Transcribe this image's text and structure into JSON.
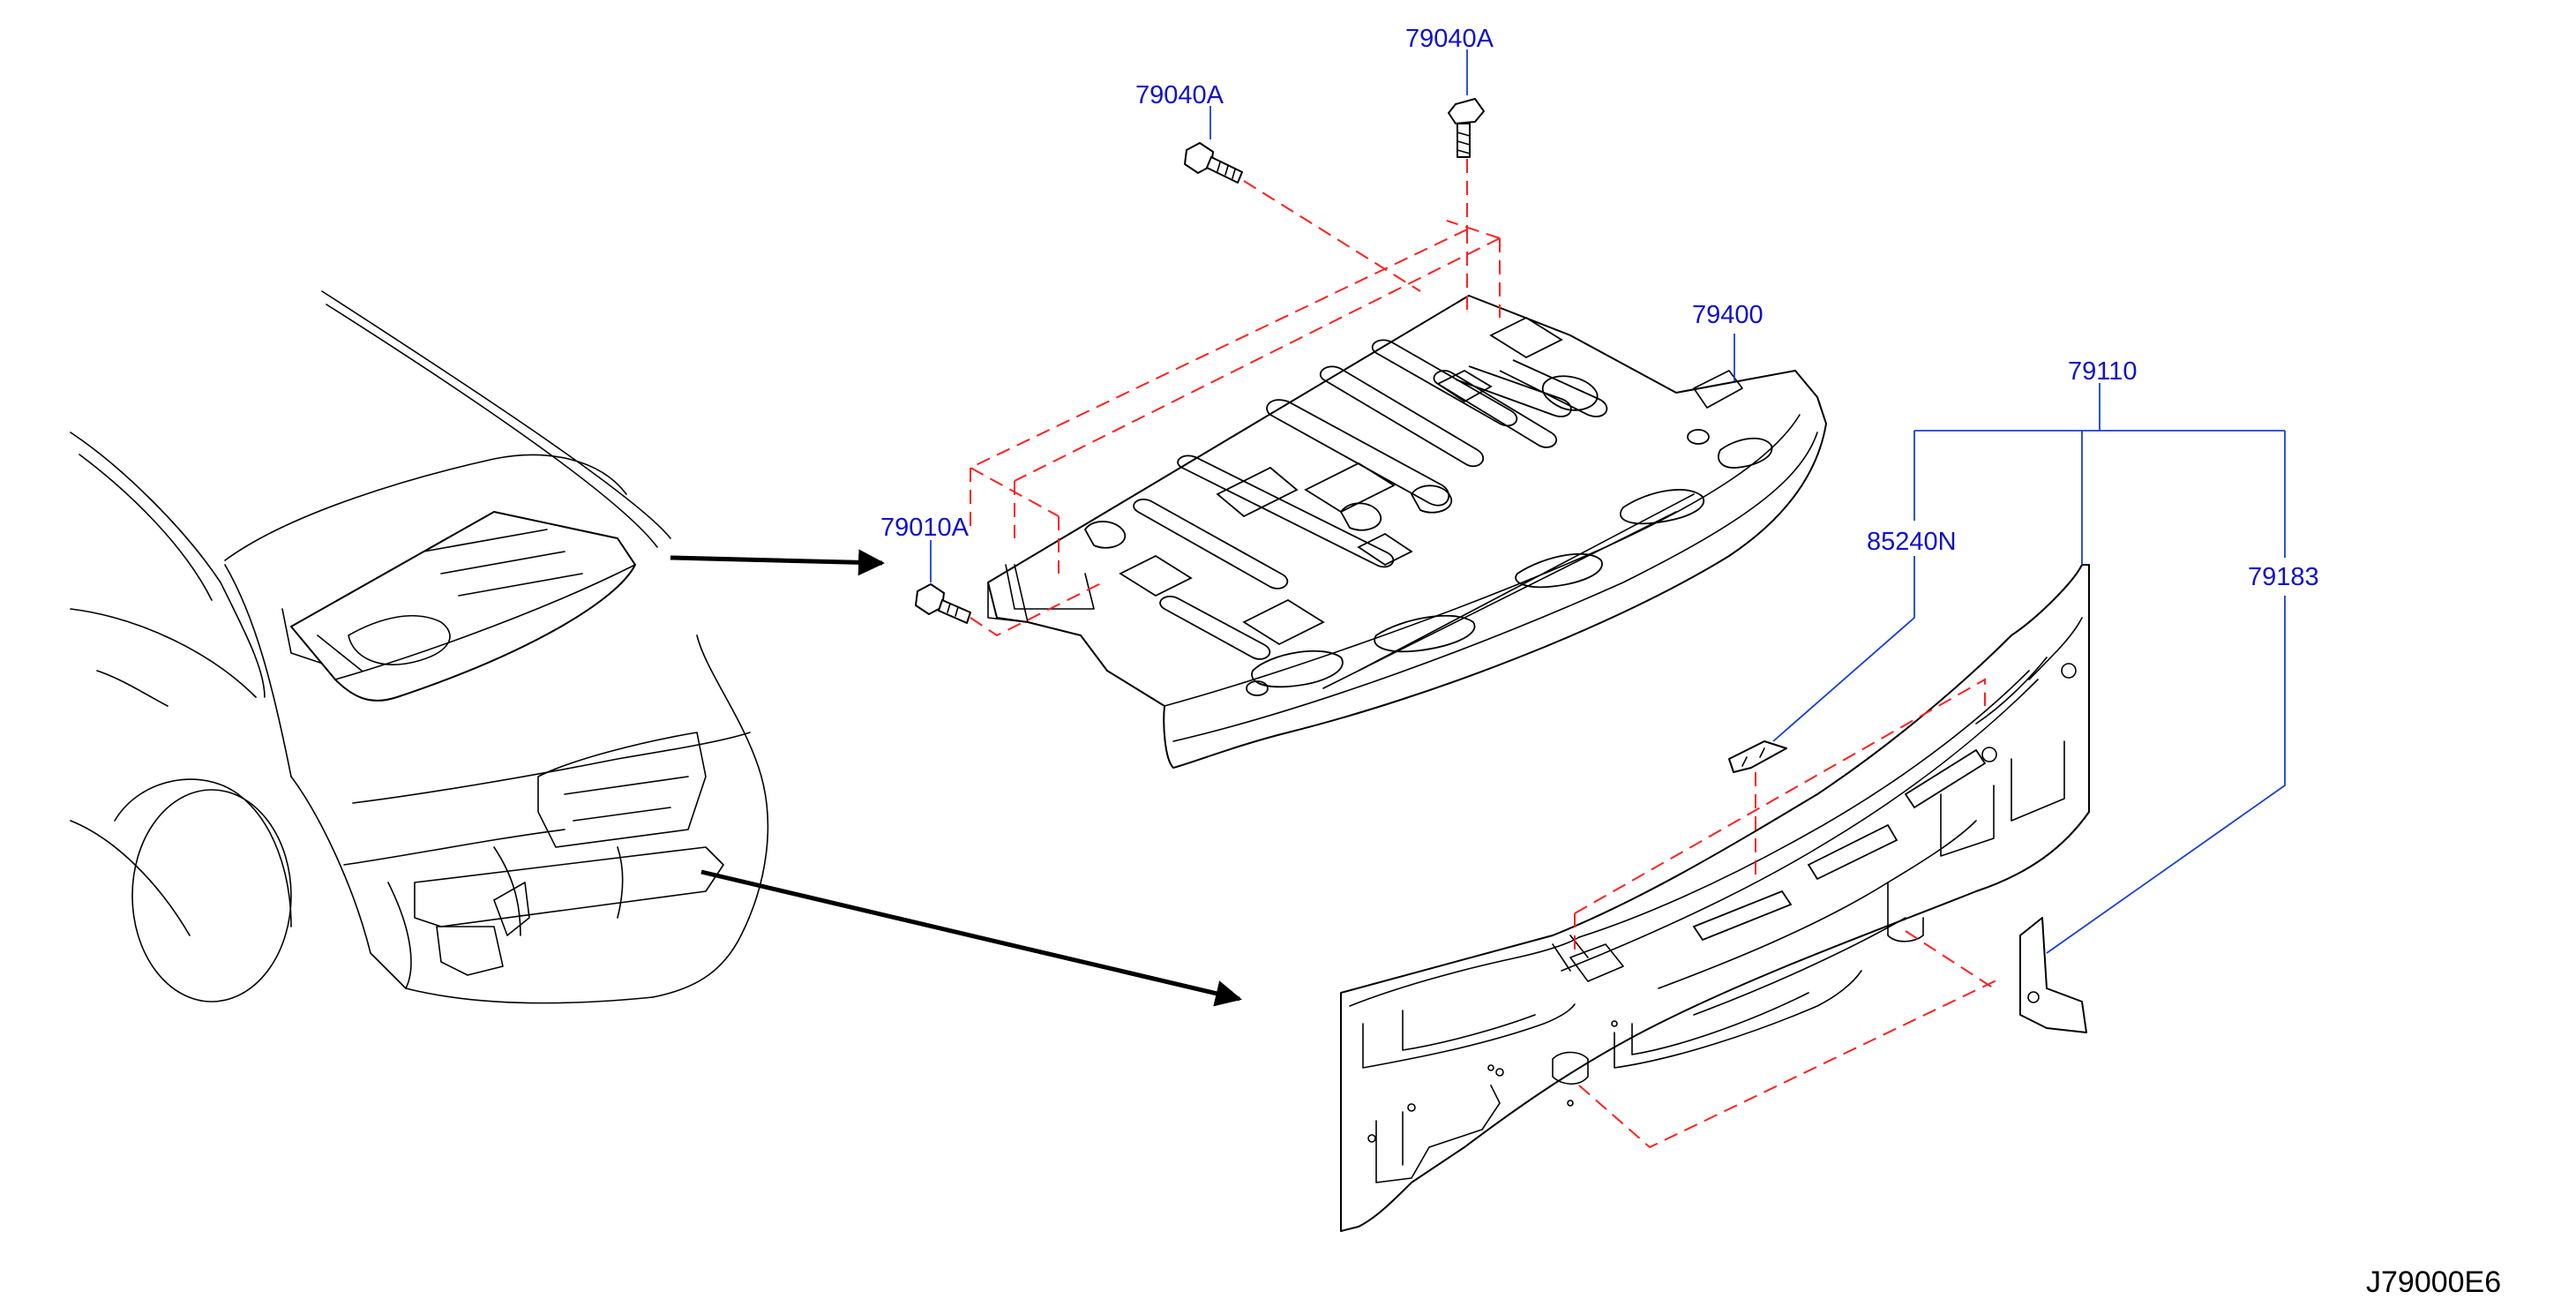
{
  "labels": {
    "bolt_top": "79040A",
    "bolt_left": "79040A",
    "bolt_lower": "79010A",
    "parcel_shelf": "79400",
    "rear_panel_assy": "79110",
    "bracket_clip": "85240N",
    "side_bracket": "79183"
  },
  "drawing_code": "J79000E6",
  "colors": {
    "label_text": "#1010d0",
    "leader_lines": "#1a3fd6",
    "assembly_dash": "#ff2020",
    "line_art": "#000000"
  }
}
